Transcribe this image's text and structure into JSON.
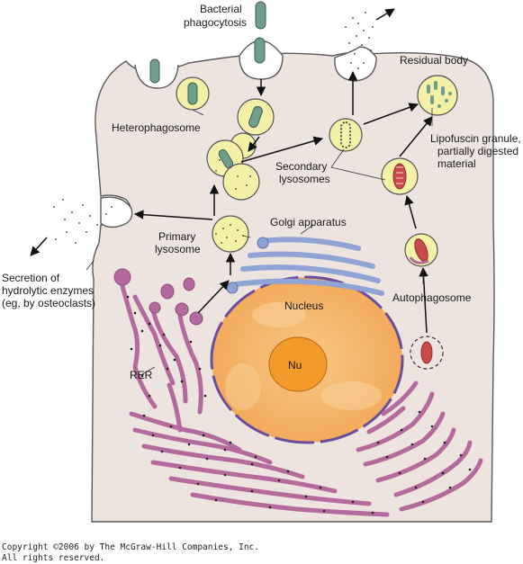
{
  "labels": {
    "bacterial_phagocytosis": [
      "Bacterial",
      "phagocytosis"
    ],
    "residual_body": "Residual body",
    "heterophagosome": "Heterophagosome",
    "lipofuscin": [
      "Lipofuscin granule,",
      "partially digested",
      "material"
    ],
    "secondary_lysosomes": [
      "Secondary",
      "lysosomes"
    ],
    "golgi_apparatus": "Golgi apparatus",
    "primary_lysosome": [
      "Primary",
      "lysosome"
    ],
    "secretion": [
      "Secretion of",
      "hydrolytic enzymes",
      "(eg, by osteoclasts)"
    ],
    "nucleus": "Nucleus",
    "autophagosome": "Autophagosome",
    "nu": "Nu",
    "rer": "RER"
  },
  "copyright": [
    "Copyright ©2006 by The McGraw-Hill Companies, Inc.",
    "All rights reserved."
  ],
  "colors": {
    "cytoplasm": "#ede4df",
    "vesicle": "#f5f0a8",
    "bacteria": "#6f9e8c",
    "er_membrane": "#b56a9e",
    "golgi": "#8fa3d4",
    "nucleus": "#f4b060",
    "nucleolus": "#f39a2c",
    "envelope": "#6b4d9e"
  }
}
